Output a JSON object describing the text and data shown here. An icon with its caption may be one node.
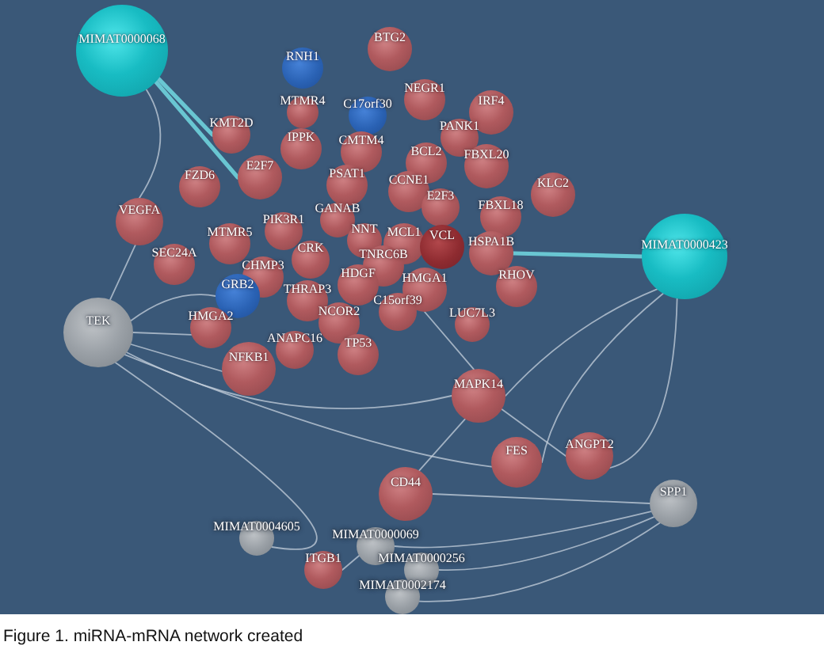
{
  "diagram": {
    "caption": "Figure 1. miRNA-mRNA network created",
    "nodes": [
      {
        "text": [
          "MIMAT0000068"
        ]
      },
      {
        "text": [
          "BTG2"
        ]
      },
      {
        "text": [
          "RNH1"
        ]
      },
      {
        "text": [
          "NEGR1"
        ]
      },
      {
        "text": [
          "MTMR4"
        ]
      },
      {
        "text": [
          "C17orf30"
        ]
      },
      {
        "text": [
          "IRF4"
        ]
      },
      {
        "text": [
          "KMT2D"
        ]
      },
      {
        "text": [
          "PANK1"
        ]
      },
      {
        "text": [
          "IPPK"
        ]
      },
      {
        "text": [
          "CMTM4"
        ]
      },
      {
        "text": [
          "BCL2"
        ]
      },
      {
        "text": [
          "FBXL20"
        ]
      },
      {
        "text": [
          "E2F7"
        ]
      },
      {
        "text": [
          "FZD6"
        ]
      },
      {
        "text": [
          "PSAT1"
        ]
      },
      {
        "text": [
          "CCNE1"
        ]
      },
      {
        "text": [
          "KLC2"
        ]
      },
      {
        "text": [
          "E2F3"
        ]
      },
      {
        "text": [
          "FBXL18"
        ]
      },
      {
        "text": [
          "GANAB"
        ]
      },
      {
        "text": [
          "VEGFA"
        ]
      },
      {
        "text": [
          "PIK3R1"
        ]
      },
      {
        "text": [
          "NNT"
        ]
      },
      {
        "text": [
          "MTMR5"
        ]
      },
      {
        "text": [
          "MCL1"
        ]
      },
      {
        "text": [
          "VCL"
        ]
      },
      {
        "text": [
          "HSPA1B"
        ]
      },
      {
        "text": [
          "MIMAT0000423"
        ]
      },
      {
        "text": [
          "CRK"
        ]
      },
      {
        "text": [
          "SEC24A"
        ]
      },
      {
        "text": [
          "TNRC6B"
        ]
      },
      {
        "text": [
          "CHMP3"
        ]
      },
      {
        "text": [
          "HDGF"
        ]
      },
      {
        "text": [
          "RHOV"
        ]
      },
      {
        "text": [
          "HMGA1"
        ]
      },
      {
        "text": [
          "GRB2"
        ]
      },
      {
        "text": [
          "THRAP3"
        ]
      },
      {
        "text": [
          "C15orf39"
        ]
      },
      {
        "text": [
          "NCOR2"
        ]
      },
      {
        "text": [
          "LUC7L3"
        ]
      },
      {
        "text": [
          "HMGA2"
        ]
      },
      {
        "text": [
          "TEK"
        ]
      },
      {
        "text": [
          "TP53"
        ]
      },
      {
        "text": [
          "ANAPC16"
        ]
      },
      {
        "text": [
          "NFKB1"
        ]
      },
      {
        "text": [
          "MAPK14"
        ]
      },
      {
        "text": [
          "ANGPT2"
        ]
      },
      {
        "text": [
          "FES"
        ]
      },
      {
        "text": [
          "CD44"
        ]
      },
      {
        "text": [
          "SPP1"
        ]
      },
      {
        "text": [
          "MIMAT0004605"
        ]
      },
      {
        "text": [
          "MIMAT0000069"
        ]
      },
      {
        "text": [
          "ITGB1"
        ]
      },
      {
        "text": [
          "MIMAT0000256"
        ]
      },
      {
        "text": [
          "MIMAT0002174"
        ]
      }
    ],
    "edges": [
      {
        "from": 0,
        "to": 21,
        "arrow": "none"
      },
      {
        "from": 0,
        "to": 7,
        "arrow": "none",
        "style": "thick",
        "color": "#6fd3dc"
      },
      {
        "from": 0,
        "to": 13,
        "arrow": "none",
        "style": "thick",
        "color": "#6fd3dc"
      },
      {
        "from": 28,
        "to": 27,
        "arrow": "none",
        "style": "thick",
        "color": "#6fd3dc"
      },
      {
        "from": 28,
        "to": 46,
        "arrow": "none"
      },
      {
        "from": 28,
        "to": 48,
        "arrow": "none"
      },
      {
        "from": 28,
        "to": 47,
        "arrow": "none"
      },
      {
        "from": 21,
        "to": 42,
        "arrow": "none"
      },
      {
        "from": 42,
        "to": 36,
        "arrow": "none"
      },
      {
        "from": 42,
        "to": 41,
        "arrow": "none"
      },
      {
        "from": 42,
        "to": 45,
        "arrow": "none"
      },
      {
        "from": 42,
        "to": 46,
        "arrow": "none"
      },
      {
        "from": 42,
        "to": 48,
        "arrow": "none"
      },
      {
        "from": 42,
        "to": 51,
        "arrow": "none"
      },
      {
        "from": 46,
        "to": 49,
        "arrow": "none"
      },
      {
        "from": 46,
        "to": 47,
        "arrow": "none"
      },
      {
        "from": 46,
        "to": 35,
        "arrow": "none"
      },
      {
        "from": 50,
        "to": 49,
        "arrow": "none"
      },
      {
        "from": 50,
        "to": 52,
        "arrow": "none"
      },
      {
        "from": 50,
        "to": 54,
        "arrow": "none"
      },
      {
        "from": 50,
        "to": 55,
        "arrow": "none"
      },
      {
        "from": 53,
        "to": 52,
        "arrow": "none"
      }
    ]
  }
}
